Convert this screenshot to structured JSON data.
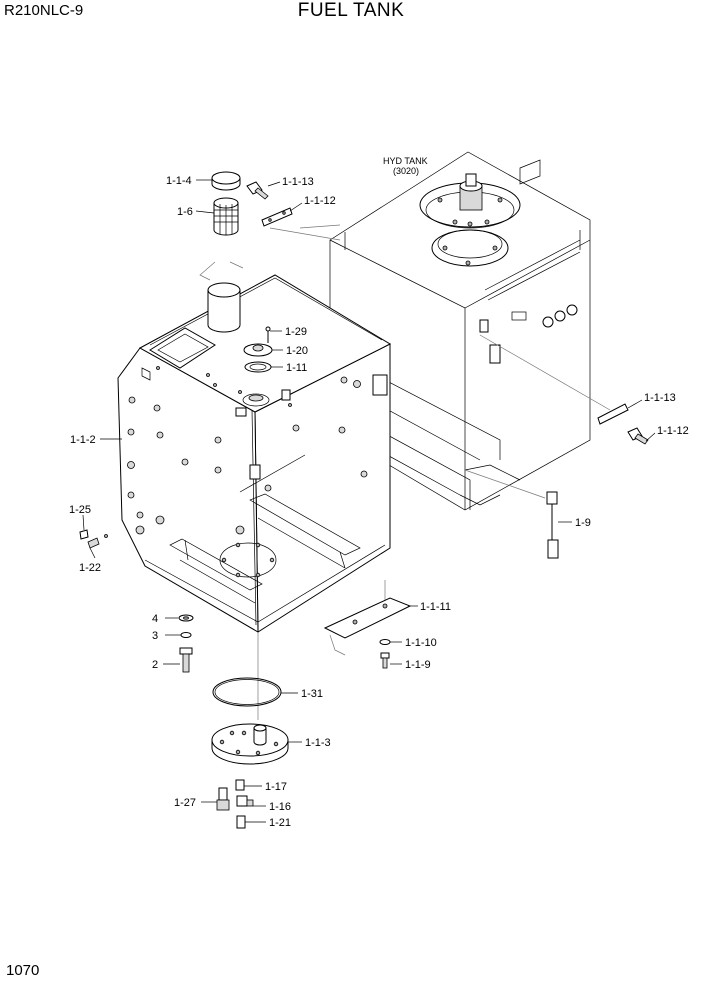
{
  "header": {
    "model": "R210NLC-9",
    "title": "FUEL TANK"
  },
  "footer": {
    "page_number": "1070"
  },
  "hyd_tank": {
    "line1": "HYD TANK",
    "line2": "(3020)"
  },
  "callouts": [
    {
      "id": "1-1-4",
      "text": "1-1-4"
    },
    {
      "id": "1-1-13a",
      "text": "1-1-13"
    },
    {
      "id": "1-1-12a",
      "text": "1-1-12"
    },
    {
      "id": "1-6",
      "text": "1-6"
    },
    {
      "id": "1-29",
      "text": "1-29"
    },
    {
      "id": "1-20",
      "text": "1-20"
    },
    {
      "id": "1-11",
      "text": "1-11"
    },
    {
      "id": "1-1-2",
      "text": "1-1-2"
    },
    {
      "id": "1-1-13b",
      "text": "1-1-13"
    },
    {
      "id": "1-1-12b",
      "text": "1-1-12"
    },
    {
      "id": "1-25",
      "text": "1-25"
    },
    {
      "id": "1-22",
      "text": "1-22"
    },
    {
      "id": "1-9",
      "text": "1-9"
    },
    {
      "id": "1-1-11",
      "text": "1-1-11"
    },
    {
      "id": "4",
      "text": "4"
    },
    {
      "id": "3",
      "text": "3"
    },
    {
      "id": "1-1-10",
      "text": "1-1-10"
    },
    {
      "id": "2",
      "text": "2"
    },
    {
      "id": "1-1-9",
      "text": "1-1-9"
    },
    {
      "id": "1-31",
      "text": "1-31"
    },
    {
      "id": "1-1-3",
      "text": "1-1-3"
    },
    {
      "id": "1-17",
      "text": "1-17"
    },
    {
      "id": "1-27",
      "text": "1-27"
    },
    {
      "id": "1-16",
      "text": "1-16"
    },
    {
      "id": "1-21",
      "text": "1-21"
    }
  ]
}
